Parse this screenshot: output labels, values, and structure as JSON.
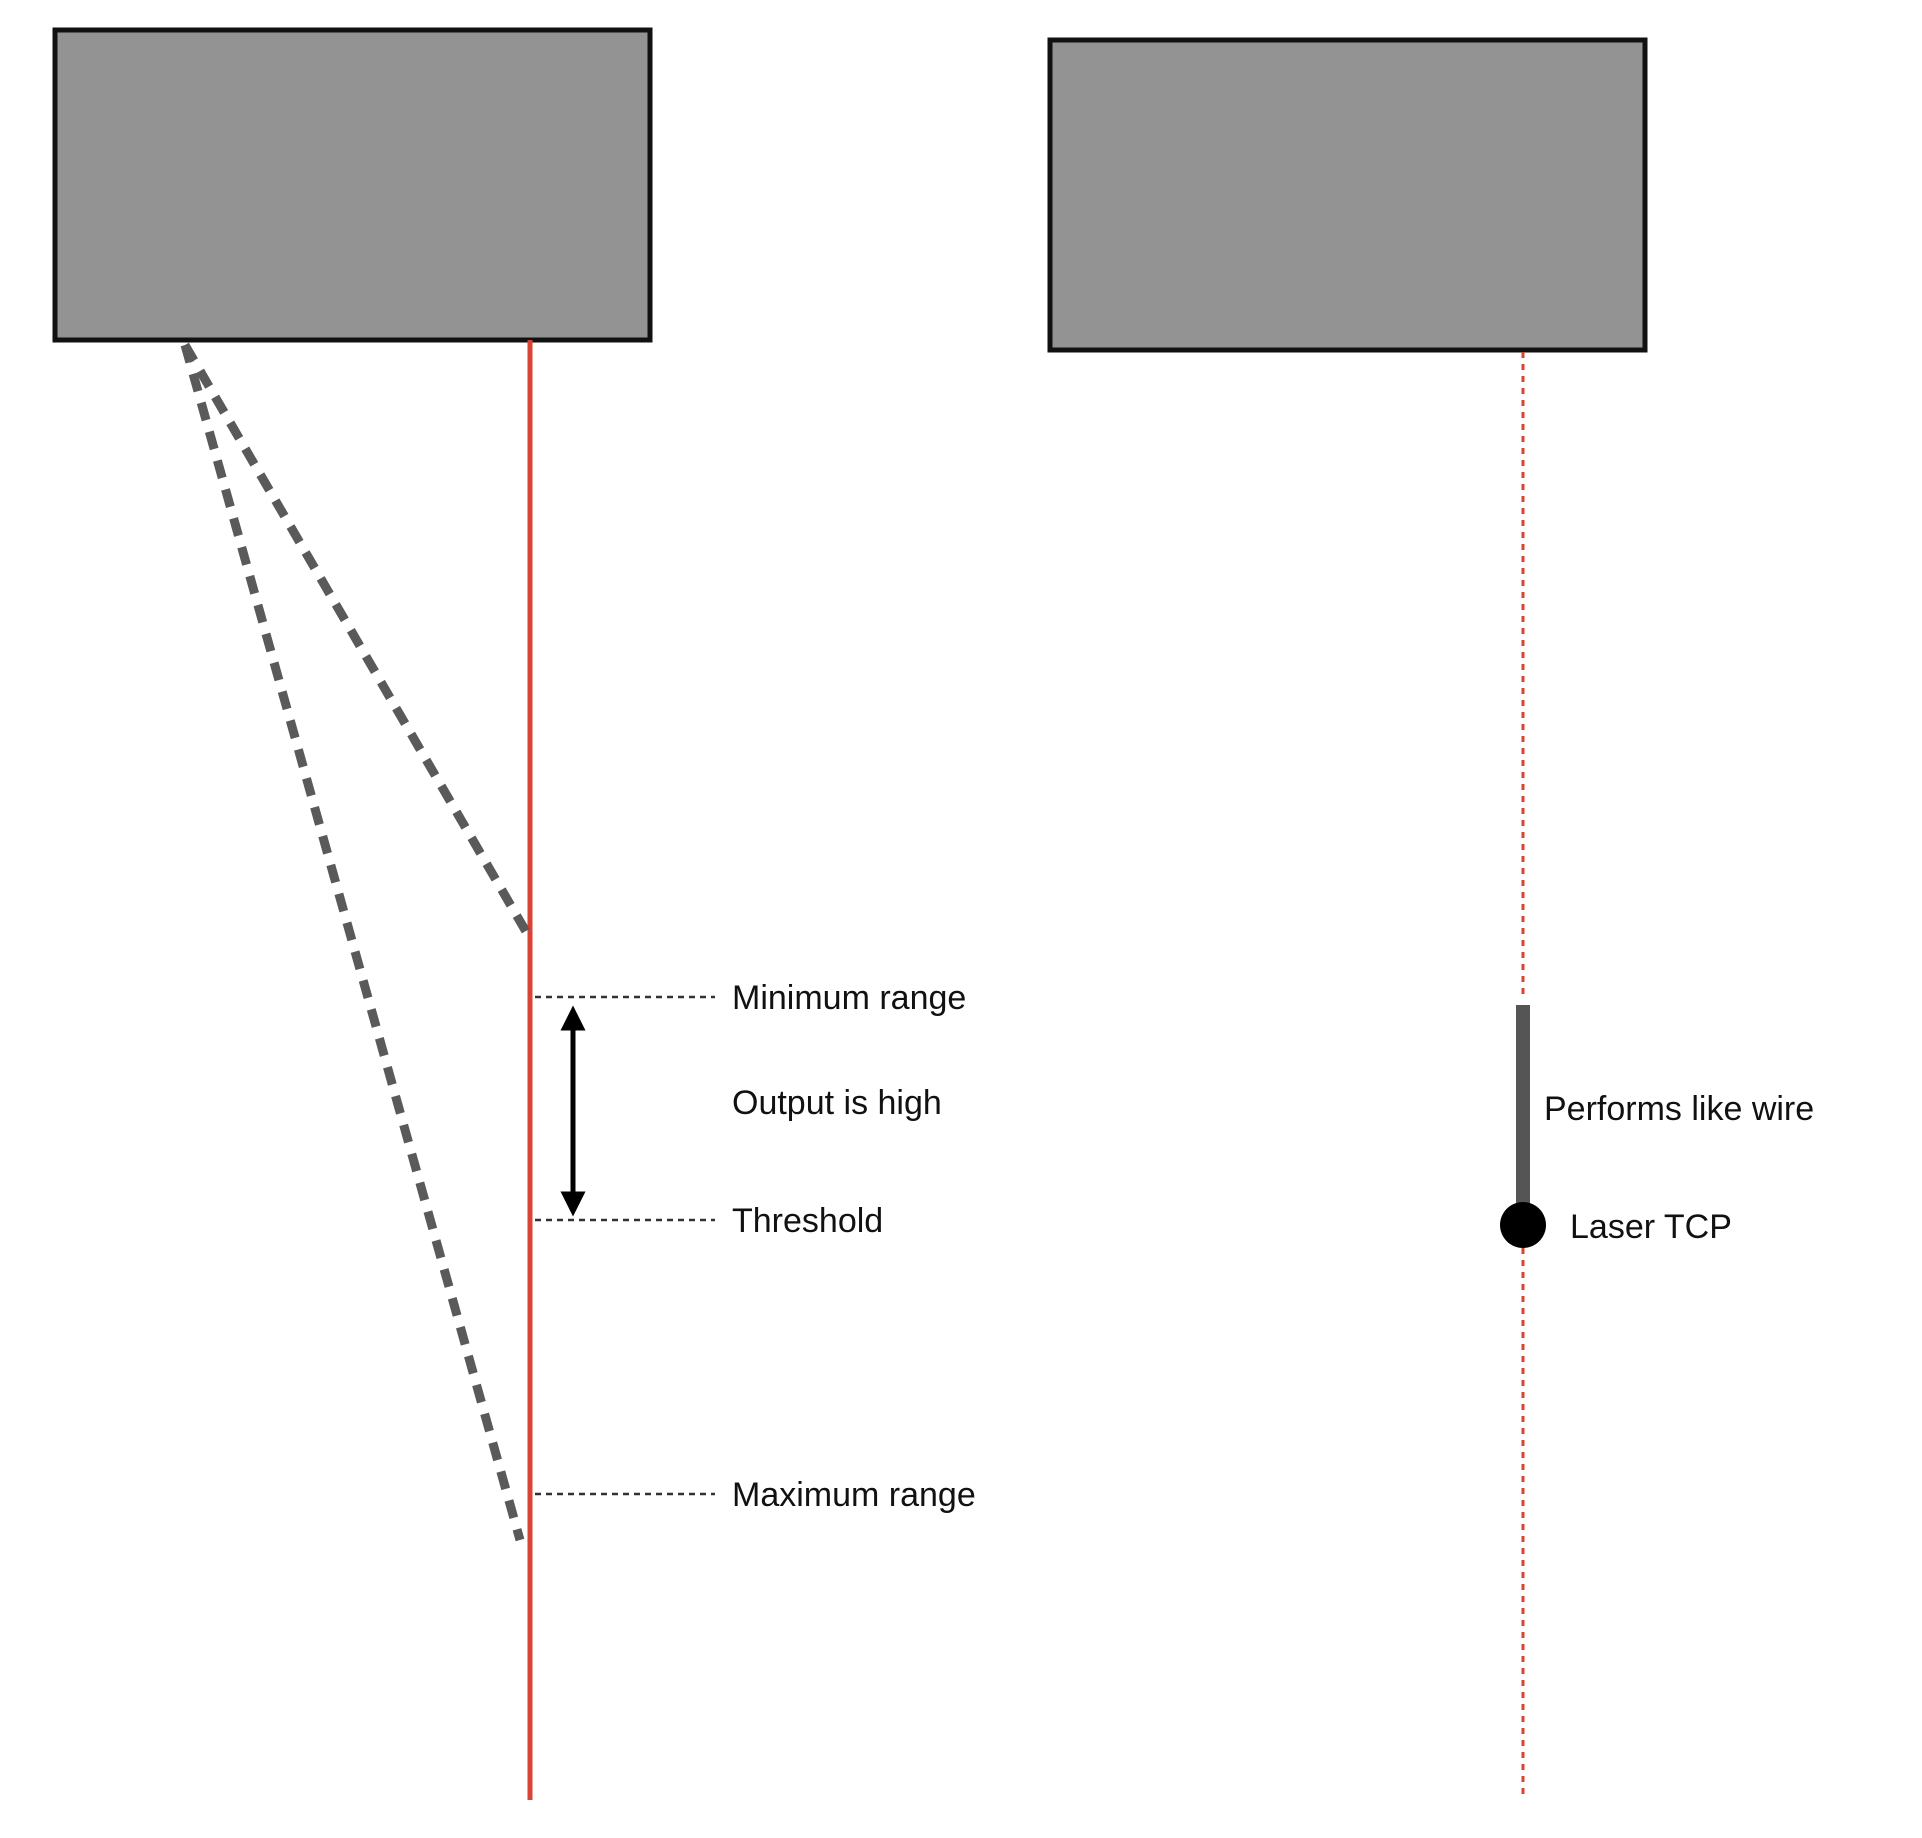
{
  "left_diagram": {
    "labels": {
      "minimum_range": "Minimum range",
      "output_high": "Output is high",
      "threshold": "Threshold",
      "maximum_range": "Maximum range"
    }
  },
  "right_diagram": {
    "labels": {
      "performs_like_wire": "Performs like wire",
      "laser_tcp": "Laser TCP"
    }
  },
  "colors": {
    "sensor_fill": "#939393",
    "sensor_stroke": "#111111",
    "laser_red": "#d84333",
    "dashed_gray": "#5a5a5a",
    "arrow_black": "#000000",
    "wire_gray": "#555555"
  }
}
